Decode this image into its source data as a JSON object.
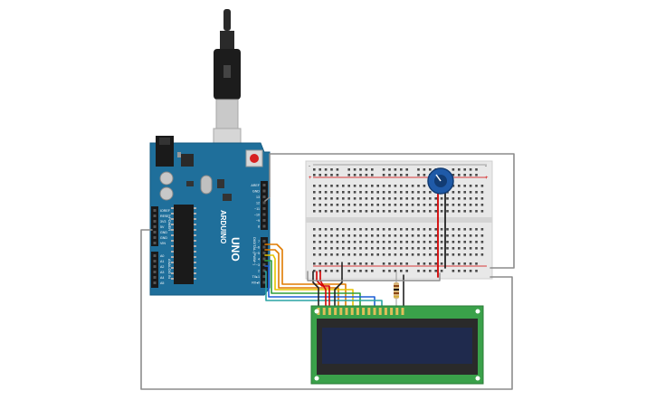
{
  "arduino": {
    "logo_text": "ARDUINO",
    "model_text": "UNO",
    "power_header_label": "POWER",
    "analog_header_label": "ANALOG IN",
    "digital_header_label": "DIGITAL (PWM~)",
    "analog_pins": [
      "A0",
      "A1",
      "A2",
      "A3",
      "A4",
      "A5"
    ],
    "power_pins": [
      "IOREF",
      "RESET",
      "3V3",
      "5V",
      "GND",
      "GND",
      "VIN"
    ],
    "top_pins": [
      "AREF",
      "GND",
      "13",
      "12",
      "~11",
      "~10",
      "~9",
      "8"
    ],
    "digital_pins": [
      "7",
      "~6",
      "~5",
      "4",
      "~3",
      "2",
      "TX▸1",
      "RX◂0"
    ]
  },
  "breadboard": {
    "rail_plus": "+",
    "rail_minus": "-"
  },
  "colors": {
    "arduino_board": "#1f6f9b",
    "breadboard": "#e8e8e8",
    "lcd_board": "#3aa14a",
    "lcd_screen": "#1f2a4d",
    "potentiometer": "#1f5aa8",
    "wire_gray": "#8c8c8c",
    "wire_orange": "#e07b00",
    "wire_red": "#d40000",
    "wire_yellow": "#e6c300",
    "wire_green": "#2e9e3a",
    "wire_blue": "#1e5fd6",
    "wire_teal": "#29a3a3",
    "wire_black": "#222222"
  }
}
